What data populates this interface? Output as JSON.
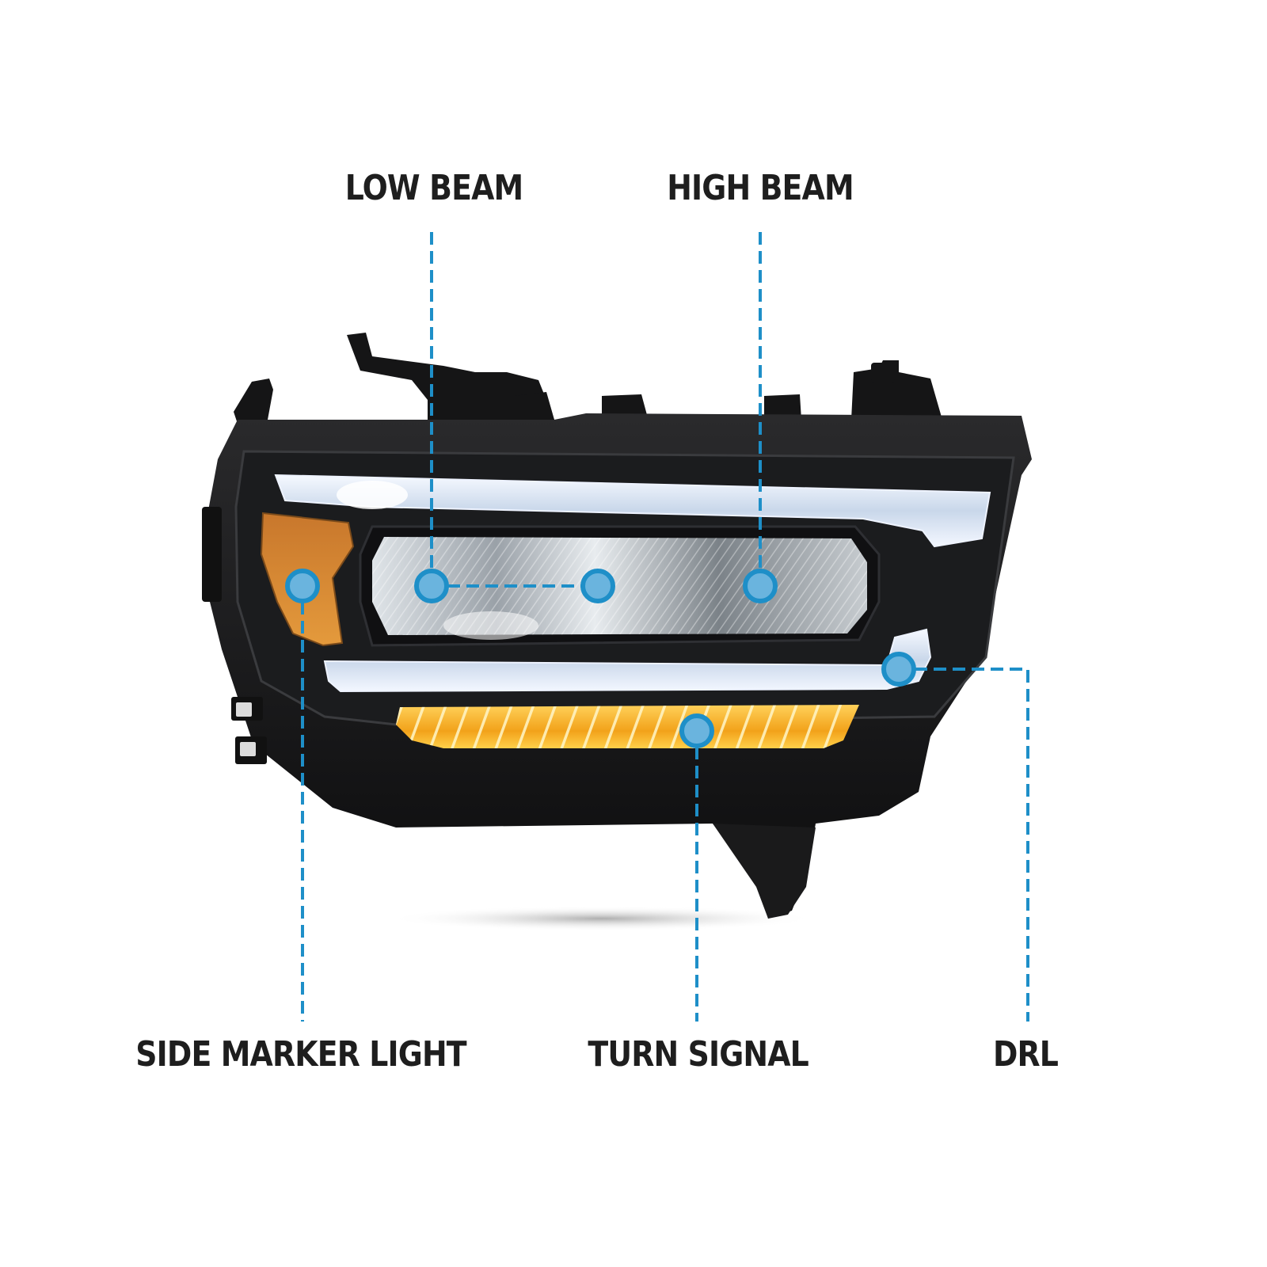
{
  "figure": {
    "subject": "LED headlight assembly (black housing)",
    "accent_color": "#1e8fc8",
    "dot_fill_color": "#6ab4de",
    "label_color": "#1e1e1e"
  },
  "callouts": {
    "low_beam": {
      "label": "LOW BEAM",
      "dots": [
        [
          545,
          740
        ],
        [
          755,
          740
        ]
      ]
    },
    "high_beam": {
      "label": "HIGH BEAM",
      "dots": [
        [
          960,
          740
        ]
      ]
    },
    "side_marker": {
      "label": "SIDE MARKER LIGHT",
      "dots": [
        [
          382,
          740
        ]
      ]
    },
    "turn_signal": {
      "label": "TURN SIGNAL",
      "dots": [
        [
          880,
          923
        ]
      ]
    },
    "drl": {
      "label": "DRL",
      "dots": [
        [
          1135,
          845
        ]
      ]
    }
  }
}
